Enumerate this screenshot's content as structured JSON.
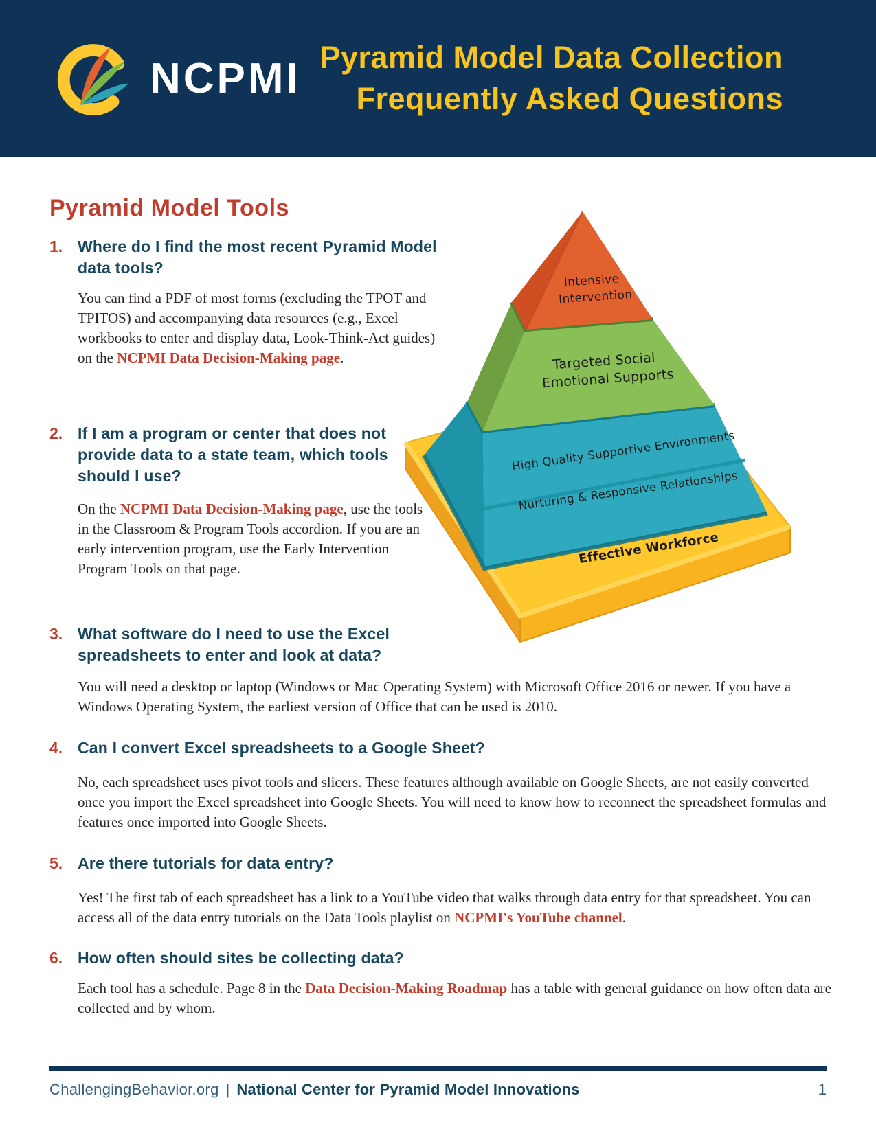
{
  "header": {
    "brand": "NCPMI",
    "title_line1": "Pyramid Model Data Collection",
    "title_line2": "Frequently Asked Questions"
  },
  "section_title": "Pyramid Model Tools",
  "faqs": [
    {
      "num": "1.",
      "question": "Where do I find the most recent Pyramid Model data tools?",
      "pre": "You can find a PDF of most forms (excluding the TPOT and TPITOS) and accompanying data resources (e.g., Excel workbooks to enter and display data, Look-Think-Act guides) on the ",
      "link": "NCPMI Data Decision-Making page",
      "post": "."
    },
    {
      "num": "2.",
      "question": "If I am a program or center that does not provide data to a state team, which tools should I use?",
      "pre": "On the ",
      "link": "NCPMI Data Decision-Making page",
      "post": ", use the tools in the Classroom & Program Tools accordion. If you are an early intervention program, use the Early Intervention Program Tools on that page."
    },
    {
      "num": "3.",
      "question": "What software do I need to use the Excel spreadsheets to enter and look at data?",
      "pre": "You will need a desktop or laptop (Windows or Mac Operating System) with Microsoft Office 2016 or newer. If you have a Windows Operating System, the earliest version of Office that can be used is 2010."
    },
    {
      "num": "4.",
      "question": "Can I convert Excel spreadsheets to a Google Sheet?",
      "pre": "No, each spreadsheet uses pivot tools and slicers. These features although available on Google Sheets, are not easily converted once you import the Excel spreadsheet into Google Sheets. You will need to know how to reconnect the spreadsheet formulas and features once imported into Google Sheets."
    },
    {
      "num": "5.",
      "question": "Are there tutorials for data entry?",
      "pre": "Yes! The first tab of each spreadsheet has a link to a YouTube video that walks through data entry for that spreadsheet. You can access all of the data entry tutorials on the Data Tools playlist on ",
      "link": "NCPMI's YouTube channel",
      "post": "."
    },
    {
      "num": "6.",
      "question": "How often should sites be collecting data?",
      "pre": "Each tool has a schedule. Page 8 in the ",
      "link": "Data Decision-Making Roadmap",
      "post": " has a table with general guidance on how often data are collected and by whom."
    }
  ],
  "pyramid": {
    "levels": [
      {
        "name": "Intensive Intervention",
        "line1": "Intensive",
        "line2": "Intervention",
        "color": "#e2622f"
      },
      {
        "name": "Targeted Social Emotional Supports",
        "line1": "Targeted Social",
        "line2": "Emotional Supports",
        "color": "#8abf57"
      },
      {
        "name": "High Quality Supportive Environments",
        "color": "#2fa9bd"
      },
      {
        "name": "Nurturing & Responsive Relationships",
        "color": "#2fa9bd"
      },
      {
        "name": "Effective Workforce",
        "color": "#ffc82e"
      }
    ]
  },
  "footer": {
    "site": "ChallengingBehavior.org",
    "separator": "|",
    "org": "National Center for Pyramid Model Innovations",
    "page_number": "1"
  },
  "colors": {
    "header_bg": "#0e3356",
    "title_yellow": "#f6c31f",
    "accent_red": "#c23c2c",
    "question_navy": "#17465f",
    "body_text": "#2b2523",
    "pyramid_orange": "#e2622f",
    "pyramid_green": "#8abf57",
    "pyramid_teal": "#2fa9bd",
    "pyramid_yellow": "#ffc82e"
  }
}
